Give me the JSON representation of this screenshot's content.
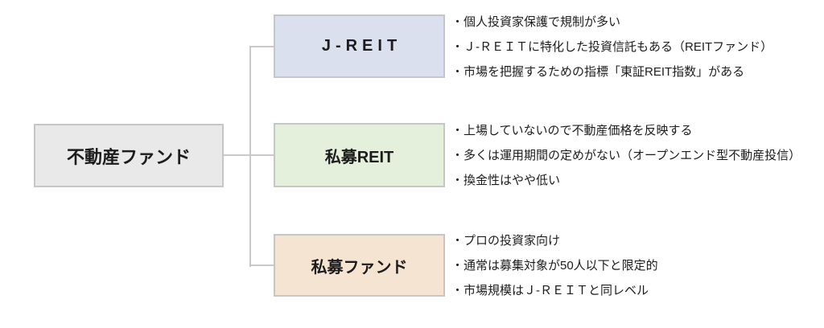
{
  "diagram": {
    "title_hint": "不動産ファンドの分類図",
    "line_color": "#c9c9c9",
    "border_color": "#c6c6c6",
    "text_color": "#1c1c1c",
    "root": {
      "label": "不動産ファンド",
      "fill": "#e9e9e9"
    },
    "branches": [
      {
        "title": "J-REIT",
        "fill": "#dae0ed",
        "bullets": [
          "・個人投資家保護で規制が多い",
          "・Ｊ-ＲＥＩＴに特化した投資信託もある（REITファンド）",
          "・市場を把握するための指標「東証REIT指数」がある"
        ]
      },
      {
        "title": "私募REIT",
        "fill": "#e4efdc",
        "bullets": [
          "・上場していないので不動産価格を反映する",
          "・多くは運用期間の定めがない（オープンエンド型不動産投信）",
          "・換金性はやや低い"
        ]
      },
      {
        "title": "私募ファンド",
        "fill": "#f6e4d3",
        "bullets": [
          "・プロの投資家向け",
          "・通常は募集対象が50人以下と限定的",
          "・市場規模はＪ-ＲＥＩＴと同レベル"
        ]
      }
    ]
  }
}
